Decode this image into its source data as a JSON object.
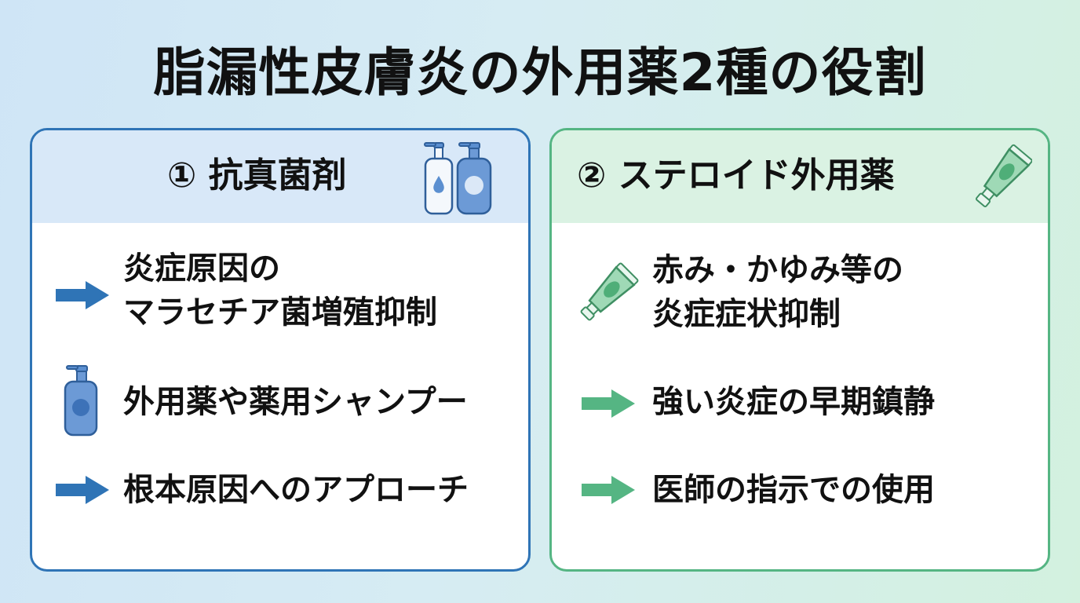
{
  "title": "脂漏性皮膚炎の外用薬2種の役割",
  "colors": {
    "antifungal": "#2f74b6",
    "steroid": "#55b583"
  },
  "panels": [
    {
      "title": "① 抗真菌剤",
      "header_icon": "shampoo-bottles-icon",
      "items": [
        {
          "icon": "arrow-right-icon",
          "lines": [
            "炎症原因の",
            "マラセチア菌増殖抑制"
          ]
        },
        {
          "icon": "pump-bottle-icon",
          "lines": [
            "外用薬や薬用シャンプー"
          ]
        },
        {
          "icon": "arrow-right-icon",
          "lines": [
            "根本原因へのアプローチ"
          ]
        }
      ]
    },
    {
      "title": "② ステロイド外用薬",
      "header_icon": "ointment-tube-icon",
      "items": [
        {
          "icon": "ointment-tube-icon",
          "lines": [
            "赤み・かゆみ等の",
            "炎症症状抑制"
          ]
        },
        {
          "icon": "arrow-right-icon",
          "lines": [
            "強い炎症の早期鎮静"
          ]
        },
        {
          "icon": "arrow-right-icon",
          "lines": [
            "医師の指示での使用"
          ]
        }
      ]
    }
  ]
}
